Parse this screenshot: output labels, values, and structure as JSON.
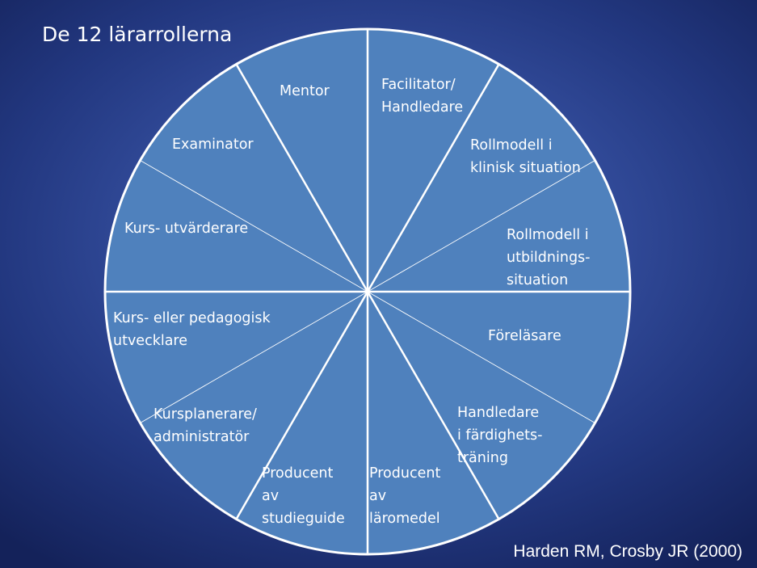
{
  "title": "De 12 lärarrollerna",
  "citation": "Harden RM, Crosby JR (2000)",
  "colors": {
    "wheel_fill": "#4f81bd",
    "wheel_stroke": "#ffffff",
    "text": "#ffffff"
  },
  "roles": [
    {
      "id": "facilitator",
      "lines": [
        "Facilitator/",
        "Handledare"
      ]
    },
    {
      "id": "rollmodell-klinisk",
      "lines": [
        "Rollmodell i",
        "klinisk situation"
      ]
    },
    {
      "id": "rollmodell-utbildning",
      "lines": [
        "Rollmodell i",
        "utbildnings-",
        "situation"
      ]
    },
    {
      "id": "forelasare",
      "lines": [
        "Föreläsare"
      ]
    },
    {
      "id": "handledare-fardighet",
      "lines": [
        "Handledare",
        "i färdighets-",
        "träning"
      ]
    },
    {
      "id": "producent-laromedel",
      "lines": [
        "Producent",
        "av",
        "läromedel"
      ]
    },
    {
      "id": "producent-studieguide",
      "lines": [
        "Producent",
        "av",
        "studieguide"
      ]
    },
    {
      "id": "kursplanerare",
      "lines": [
        "Kursplanerare/",
        "administratör"
      ]
    },
    {
      "id": "kursutvecklare",
      "lines": [
        "Kurs- eller pedagogisk",
        "utvecklare"
      ]
    },
    {
      "id": "kursutvarderare",
      "lines": [
        "Kurs- utvärderare"
      ]
    },
    {
      "id": "examinator",
      "lines": [
        "Examinator"
      ]
    },
    {
      "id": "mentor",
      "lines": [
        "Mentor"
      ]
    }
  ]
}
